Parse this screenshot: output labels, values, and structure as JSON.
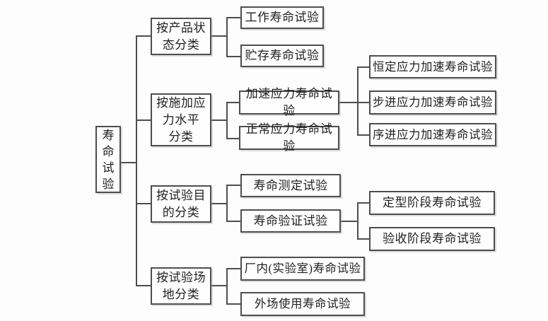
{
  "diagram": {
    "root": {
      "label": "寿\n命\n试\n验"
    },
    "categories": [
      {
        "label": "按产品状\n态分类"
      },
      {
        "label": "按施加应\n力水平\n分类"
      },
      {
        "label": "按试验目\n的分类"
      },
      {
        "label": "按试验场\n地分类"
      }
    ],
    "leaves": {
      "working_life": "工作寿命试验",
      "storage_life": "贮存寿命试验",
      "accelerated_stress": "加速应力寿命试验",
      "normal_stress": "正常应力寿命试验",
      "constant_stress": "恒定应力加速寿命试验",
      "step_stress": "步进应力加速寿命试验",
      "progressive_stress": "序进应力加速寿命试验",
      "life_measurement": "寿命测定试验",
      "life_verification": "寿命验证试验",
      "finalization_stage": "定型阶段寿命试验",
      "acceptance_stage": "验收阶段寿命试验",
      "in_plant_lab": "厂内(实验室)寿命试验",
      "field_use": "外场使用寿命试验"
    },
    "line_color": "#4e4e4e",
    "box_background": "#fefefe"
  }
}
